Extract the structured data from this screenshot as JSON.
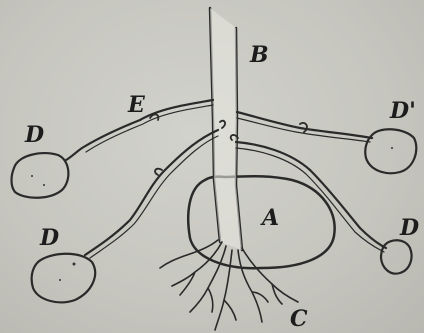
{
  "diagram": {
    "labels": {
      "stem": "B",
      "mother_tuber": "A",
      "roots": "C",
      "stolon": "E",
      "tuber_upper_left": "D",
      "tuber_upper_right": "D'",
      "tuber_lower_left": "D",
      "tuber_lower_right": "D"
    }
  }
}
